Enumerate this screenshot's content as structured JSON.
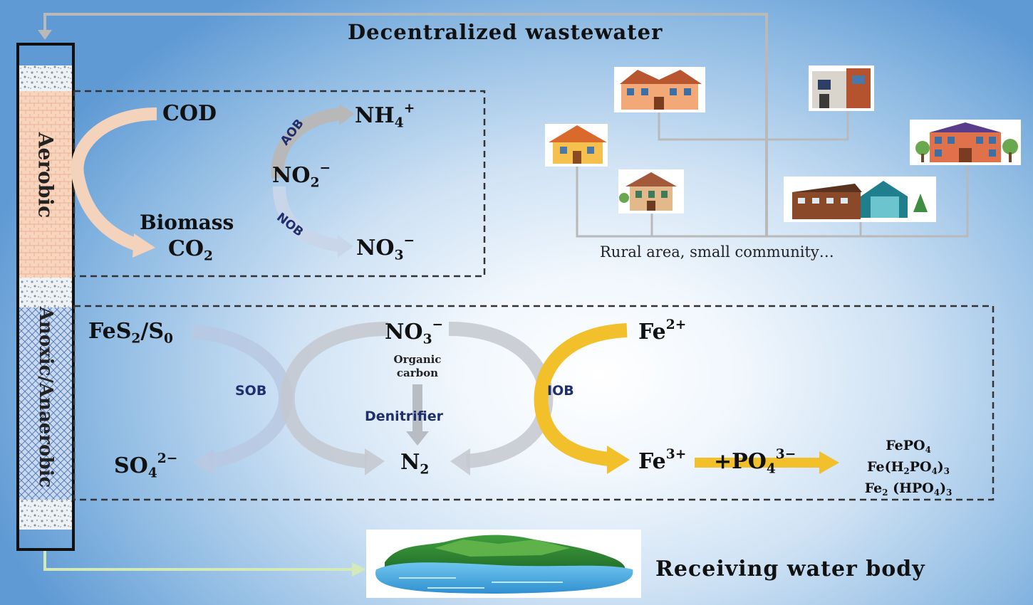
{
  "title": "Decentralized wastewater",
  "rural_label": "Rural area, small community…",
  "receiving_label": "Receiving water body",
  "column": {
    "aerobic_label": "Aerobic",
    "anoxic_label": "Anoxic/Anaerobic"
  },
  "aerobic": {
    "cod": "COD",
    "biomass": "Biomass",
    "co2": {
      "base": "CO",
      "sub": "2"
    },
    "nh4": {
      "base": "NH",
      "sub": "4",
      "sup": "+"
    },
    "no2": {
      "base": "NO",
      "sub": "2",
      "sup": "−"
    },
    "no3": {
      "base": "NO",
      "sub": "3",
      "sup": "−"
    },
    "aob": "AOB",
    "nob": "NOB"
  },
  "anoxic": {
    "fes2": {
      "a": "FeS",
      "a_sub": "2",
      "b": "/S",
      "b_sub": "0"
    },
    "so4": {
      "base": "SO",
      "sub": "4",
      "sup": "2−"
    },
    "no3": {
      "base": "NO",
      "sub": "3",
      "sup": "−"
    },
    "organic_carbon": "Organic\ncarbon",
    "denitrifier": "Denitrifier",
    "n2": {
      "base": "N",
      "sub": "2"
    },
    "fe2": {
      "base": "Fe",
      "sup": "2+"
    },
    "fe3": {
      "base": "Fe",
      "sup": "3+"
    },
    "po4": {
      "base": "+PO",
      "sub": "4",
      "sup": "3−"
    },
    "sob": "SOB",
    "iob": "IOB",
    "products": [
      {
        "parts": [
          "FePO",
          "4"
        ]
      },
      {
        "parts": [
          "Fe(H",
          "2",
          "PO",
          "4",
          ")",
          "3"
        ]
      },
      {
        "parts": [
          "Fe",
          "2",
          " (HPO",
          "4",
          ")",
          "3"
        ]
      }
    ]
  },
  "colors": {
    "cod_arrow": "#f4d3bd",
    "aob_arrow": "#b8b8b8",
    "nob_arrow": "#c9d6ea",
    "sob_arrow": "#b9c8e2",
    "denit_arrow": "#c4c8cf",
    "iob_arrow": "#f2c02a",
    "column_border": "#111111",
    "pipe": "#b9b9b9"
  },
  "icons": [
    "house-icon-orange-villa",
    "house-icon-modern-brown",
    "house-icon-yellow",
    "house-icon-tan",
    "house-icon-apartment",
    "house-icon-wooden-teal",
    "island-lake-icon"
  ]
}
